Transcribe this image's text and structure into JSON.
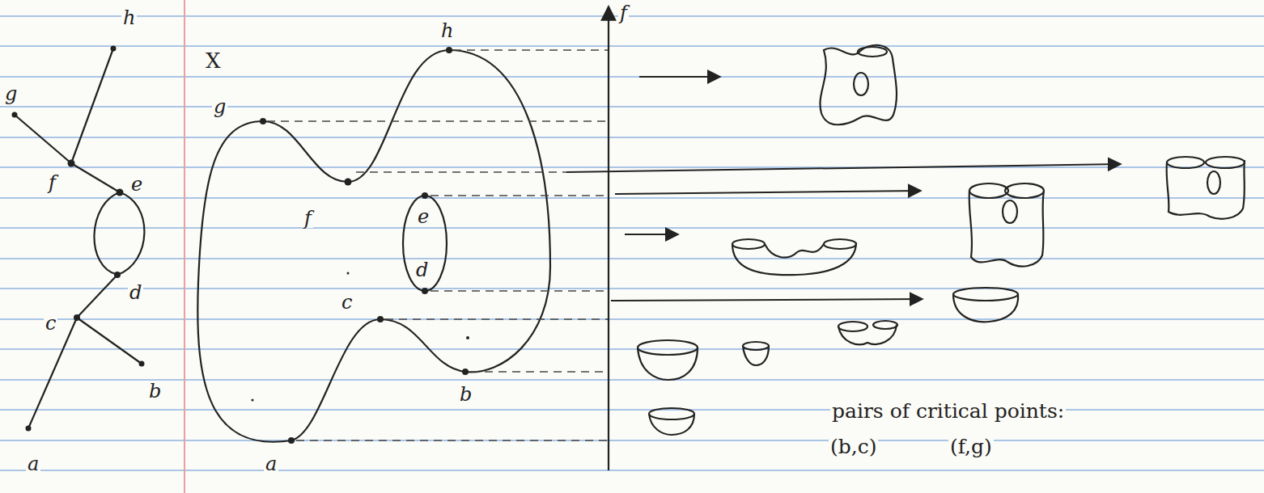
{
  "diagram": {
    "labels": [
      "h",
      "g",
      "f",
      "e",
      "d",
      "c",
      "b",
      "a",
      "X",
      "h",
      "g",
      "f",
      "e",
      "d",
      "c",
      "b",
      "a",
      "f",
      "pairs of critical points:",
      "(b,c)",
      "(f,g)"
    ]
  }
}
